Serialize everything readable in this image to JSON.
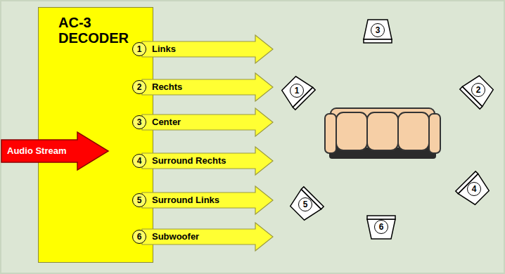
{
  "diagram": {
    "nodes": [
      {
        "text": [
          "AC-3 DECODER"
        ]
      },
      {
        "text": [
          "Audio Stream"
        ]
      },
      {
        "text": [
          "1",
          "Links"
        ]
      },
      {
        "text": [
          "2",
          "Rechts"
        ]
      },
      {
        "text": [
          "3",
          "Center"
        ]
      },
      {
        "text": [
          "4",
          "Surround Rechts"
        ]
      },
      {
        "text": [
          "5",
          "Surround Links"
        ]
      },
      {
        "text": [
          "6",
          "Subwoofer"
        ]
      },
      {
        "text": [
          "3"
        ]
      },
      {
        "text": [
          "1"
        ]
      },
      {
        "text": [
          "2"
        ]
      },
      {
        "text": [
          "4"
        ]
      },
      {
        "text": [
          "5"
        ]
      },
      {
        "text": [
          "6"
        ]
      }
    ]
  }
}
